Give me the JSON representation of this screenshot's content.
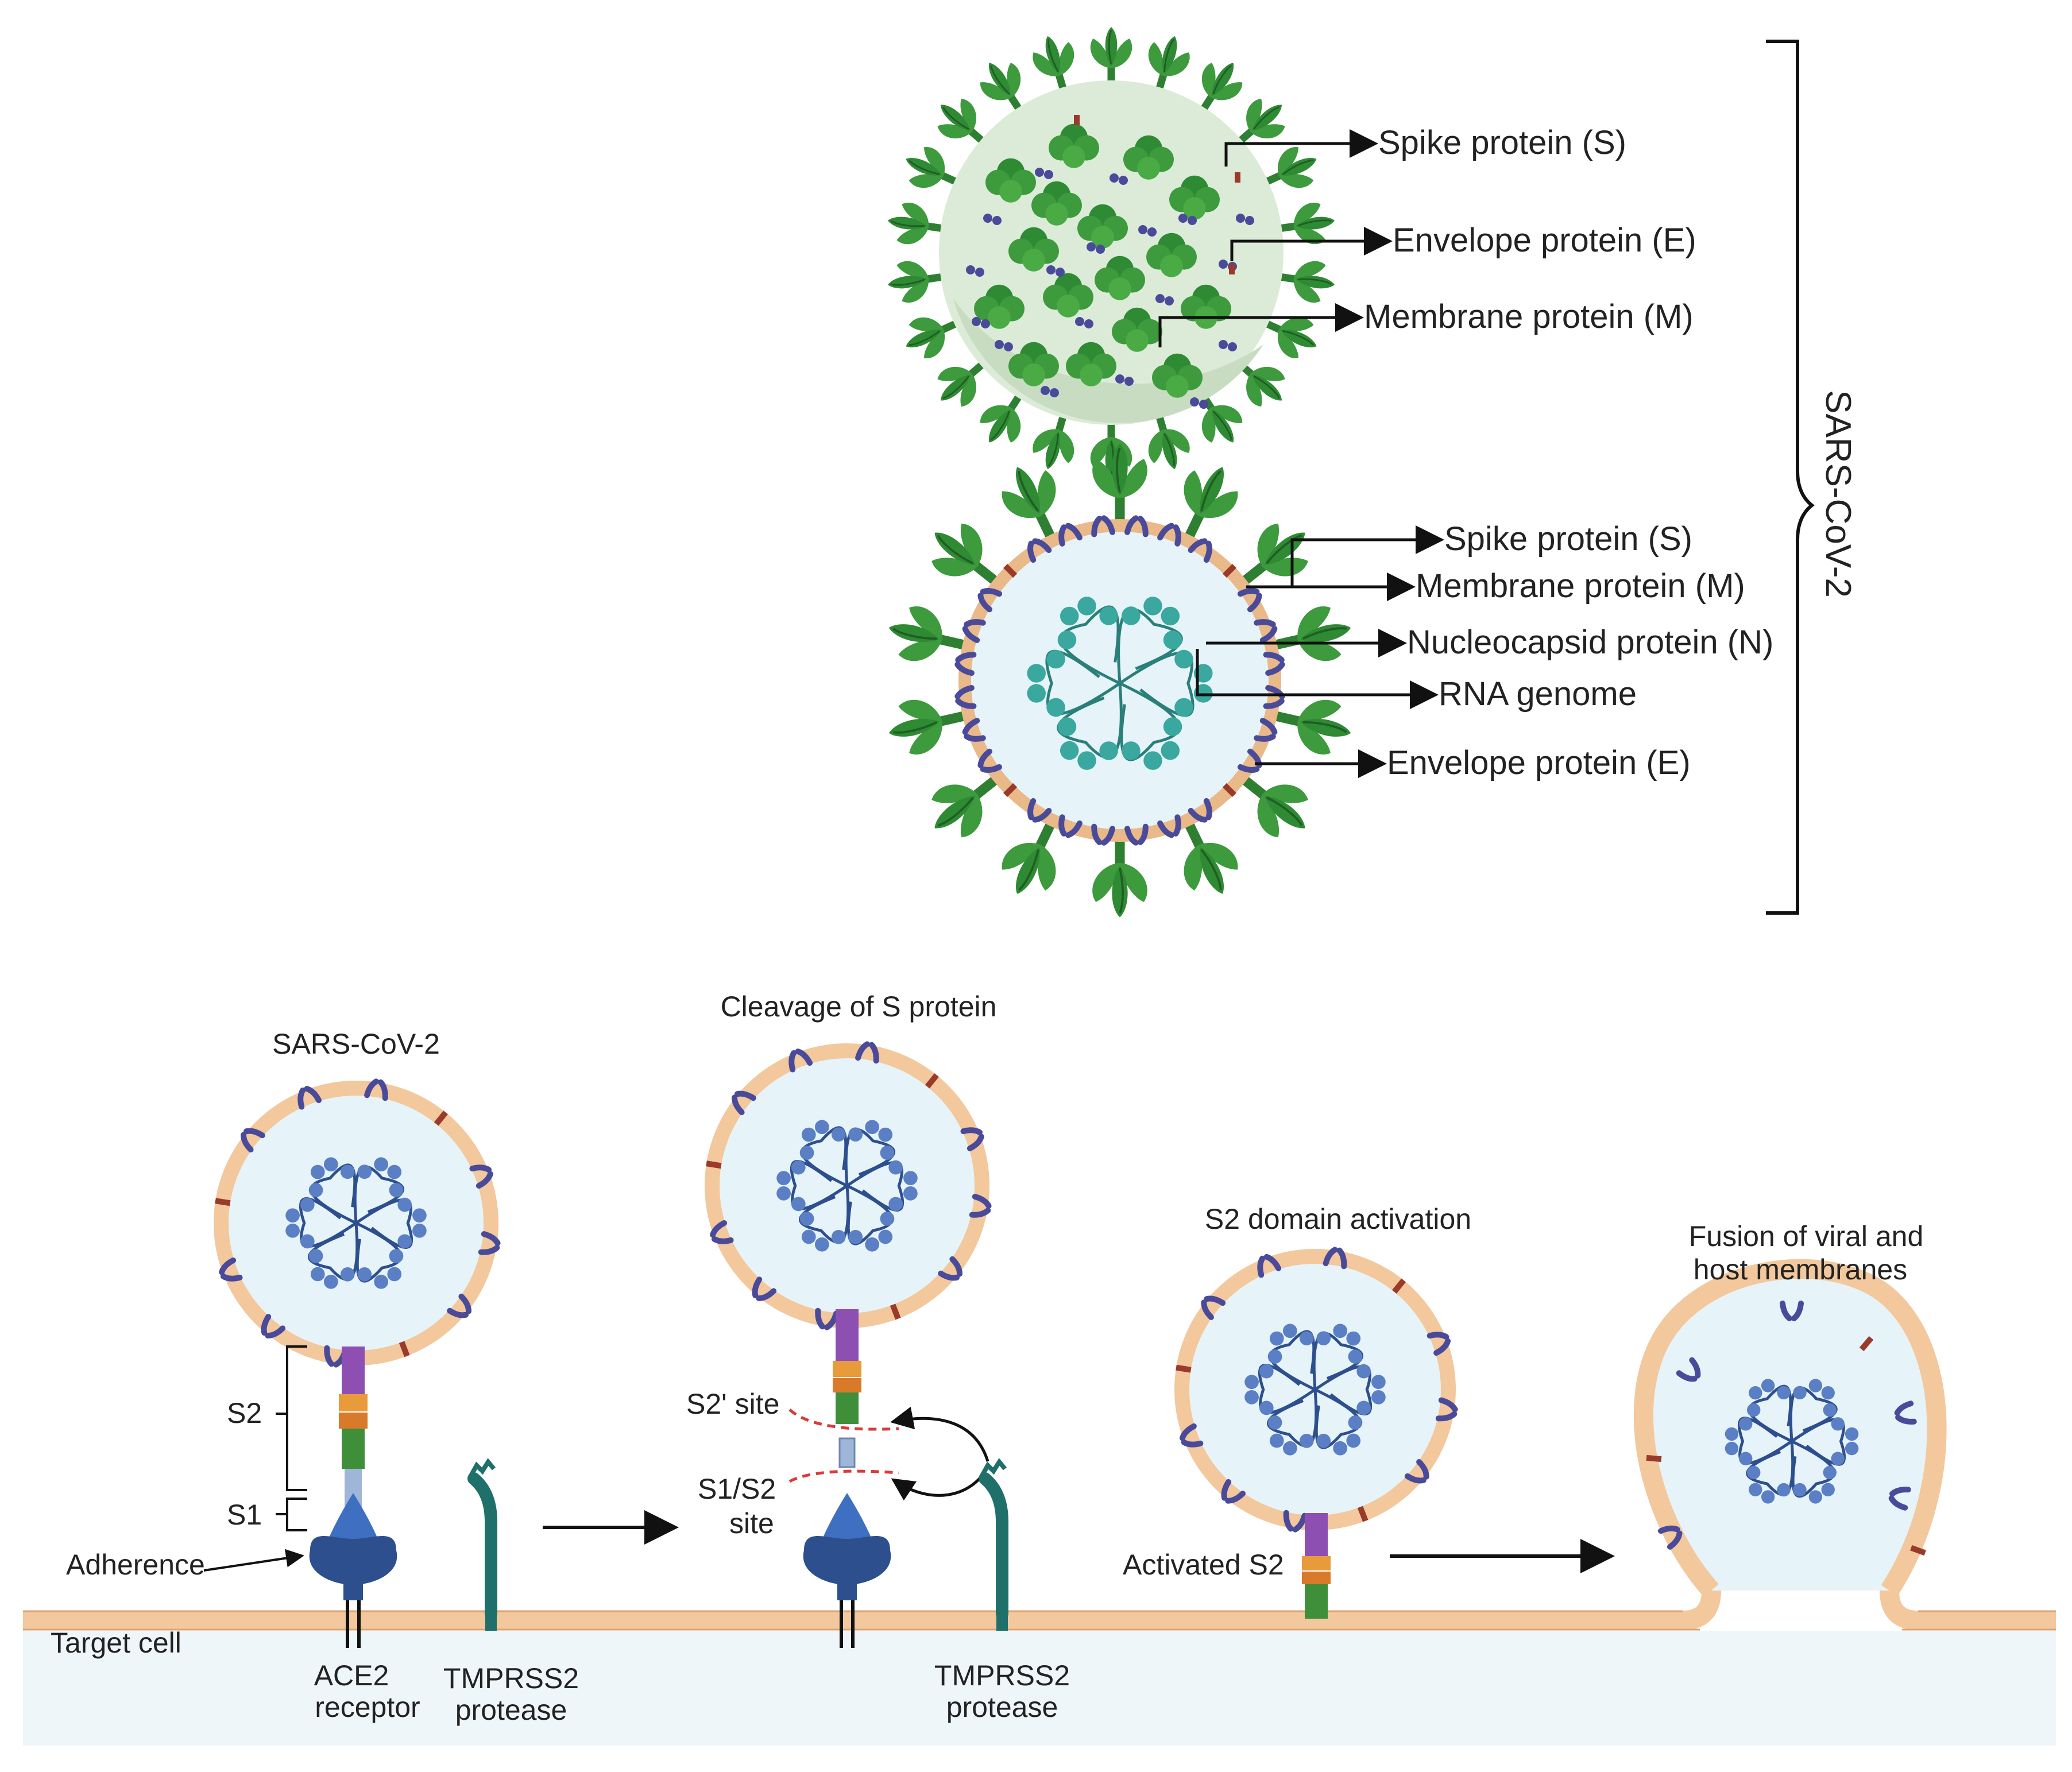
{
  "colors": {
    "spike": "#3d9a3d",
    "spike_dark": "#256b2a",
    "virion_surface": "#dcebd8",
    "envelope": "#e9b98a",
    "interior": "#e6f3f8",
    "rna_teal": "#3aa89f",
    "rna_blue": "#5b7fc4",
    "membrane_protein": "#4a4a9a",
    "envelope_protein": "#9a3a2a",
    "ace2": "#2d4f8e",
    "tmprss2": "#1f6f6a",
    "cleavage": "#d93a3a",
    "host_membrane": "#f2c89c",
    "cytoplasm": "#eef6fa"
  },
  "top_virion_labels": {
    "spike": "Spike protein (S)",
    "envelope": "Envelope protein (E)",
    "membrane": "Membrane protein (M)"
  },
  "cross_section_labels": {
    "spike": "Spike protein (S)",
    "membrane": "Membrane protein (M)",
    "nucleocapsid": "Nucleocapsid protein (N)",
    "rna": "RNA genome",
    "envelope": "Envelope protein (E)"
  },
  "bracket_label": "SARS-CoV-2",
  "entry": {
    "virus_label": "SARS-CoV-2",
    "cleavage_title": "Cleavage of S protein",
    "s2_activation_title": "S2 domain activation",
    "fusion_title_line1": "Fusion of viral and",
    "fusion_title_line2": "host membranes",
    "s2": "S2",
    "s1": "S1",
    "adherence": "Adherence",
    "target_cell": "Target cell",
    "ace2_line1": "ACE2",
    "ace2_line2": "receptor",
    "tmprss2_line1": "TMPRSS2",
    "tmprss2_line2": "protease",
    "tmprss2b_line1": "TMPRSS2",
    "tmprss2b_line2": "protease",
    "s2prime_site": "S2' site",
    "s1s2_line1": "S1/S2",
    "s1s2_line2": "site",
    "activated_s2": "Activated S2"
  }
}
